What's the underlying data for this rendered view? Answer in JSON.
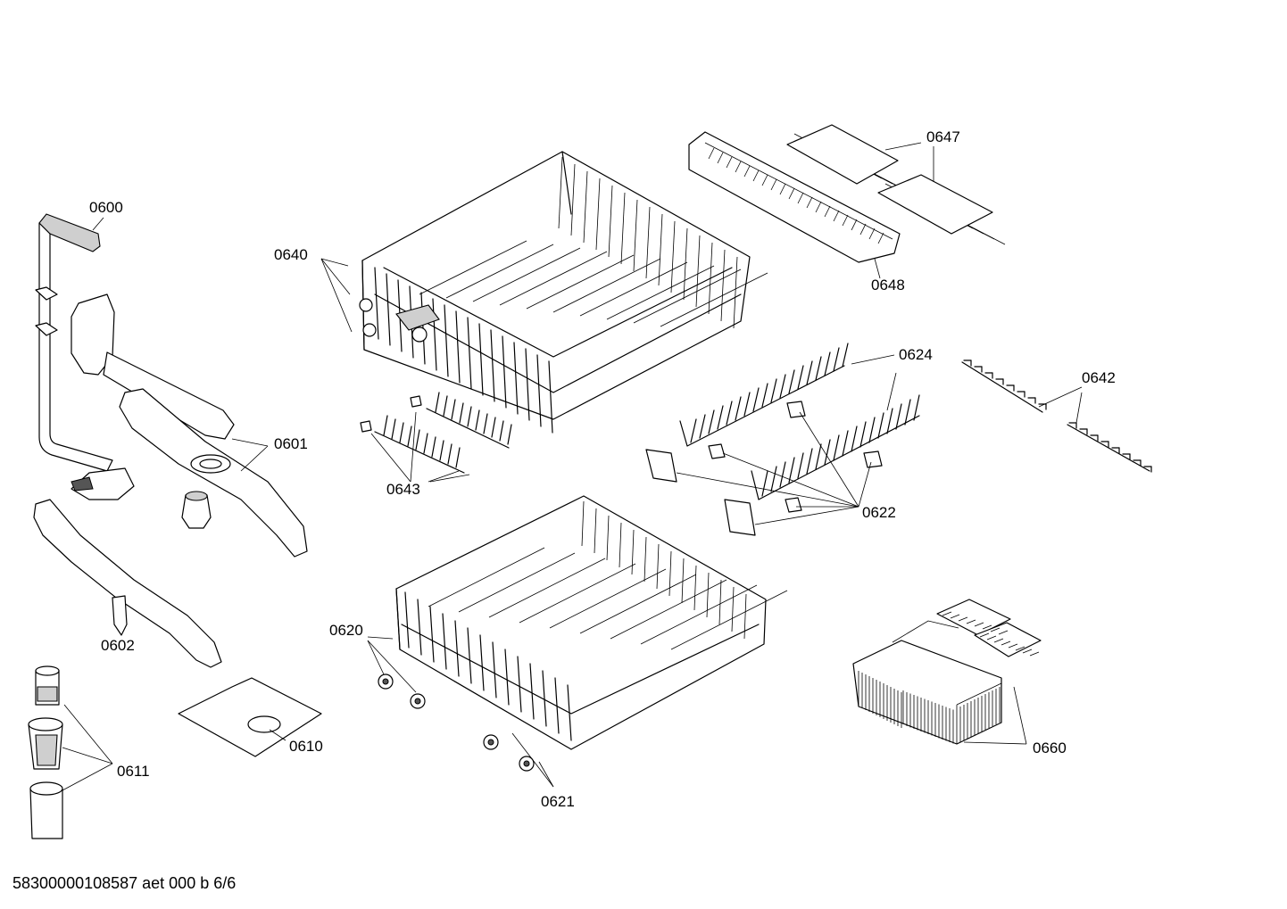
{
  "labels": {
    "p0600": "0600",
    "p0601": "0601",
    "p0602": "0602",
    "p0610": "0610",
    "p0611": "0611",
    "p0620": "0620",
    "p0621": "0621",
    "p0622": "0622",
    "p0624": "0624",
    "p0640": "0640",
    "p0642": "0642",
    "p0643": "0643",
    "p0647": "0647",
    "p0648": "0648",
    "p0660": "0660"
  },
  "footer": "58300000108587 aet 000 b 6/6"
}
